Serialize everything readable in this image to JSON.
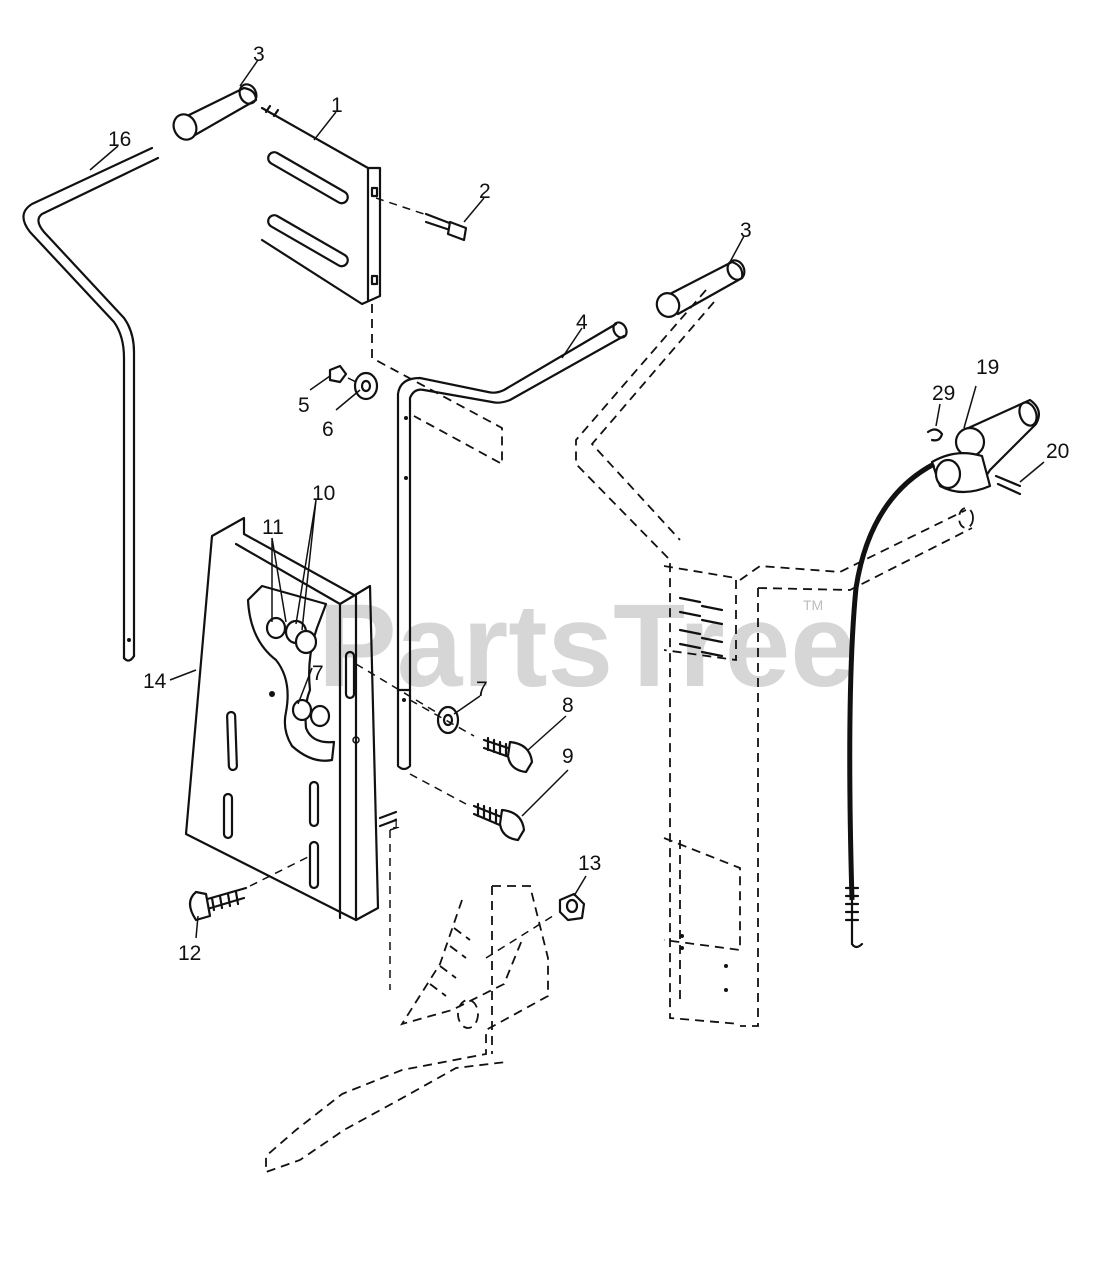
{
  "watermark": {
    "text": "PartsTree",
    "trademark": "TM"
  },
  "callouts": [
    {
      "id": "1a",
      "label": "1"
    },
    {
      "id": "1b",
      "label": "1"
    },
    {
      "id": "2",
      "label": "2"
    },
    {
      "id": "3a",
      "label": "3"
    },
    {
      "id": "3b",
      "label": "3"
    },
    {
      "id": "4",
      "label": "4"
    },
    {
      "id": "5",
      "label": "5"
    },
    {
      "id": "6",
      "label": "6"
    },
    {
      "id": "7a",
      "label": "7"
    },
    {
      "id": "7b",
      "label": "7"
    },
    {
      "id": "8",
      "label": "8"
    },
    {
      "id": "9",
      "label": "9"
    },
    {
      "id": "10",
      "label": "10"
    },
    {
      "id": "11",
      "label": "11"
    },
    {
      "id": "12",
      "label": "12"
    },
    {
      "id": "13",
      "label": "13"
    },
    {
      "id": "14",
      "label": "14"
    },
    {
      "id": "16",
      "label": "16"
    },
    {
      "id": "19",
      "label": "19"
    },
    {
      "id": "20",
      "label": "20"
    },
    {
      "id": "29",
      "label": "29"
    }
  ]
}
